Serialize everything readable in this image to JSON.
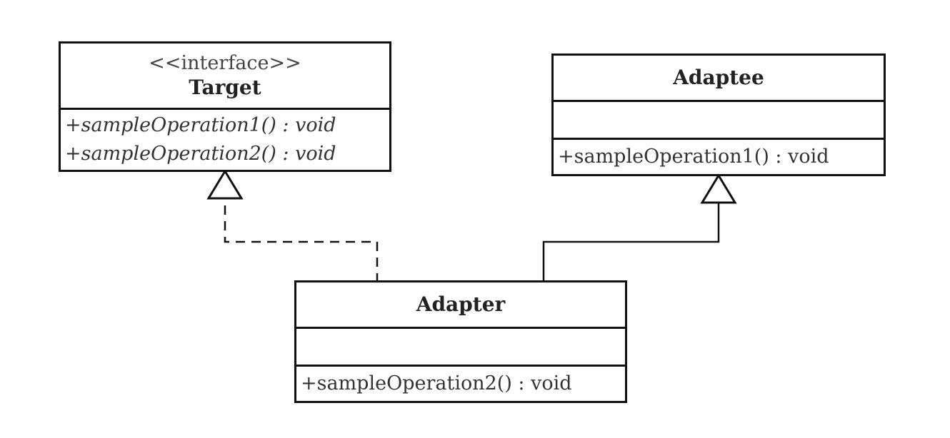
{
  "diagram": {
    "type": "uml-class",
    "classes": {
      "target": {
        "stereotype": "<<interface>>",
        "name": "Target",
        "operations": [
          "+sampleOperation1() : void",
          "+sampleOperation2() : void"
        ]
      },
      "adaptee": {
        "name": "Adaptee",
        "operations": [
          "+sampleOperation1() : void"
        ]
      },
      "adapter": {
        "name": "Adapter",
        "operations": [
          "+sampleOperation2() : void"
        ]
      }
    },
    "relations": [
      {
        "kind": "realization",
        "from": "Adapter",
        "to": "Target"
      },
      {
        "kind": "generalization",
        "from": "Adapter",
        "to": "Adaptee"
      }
    ]
  }
}
